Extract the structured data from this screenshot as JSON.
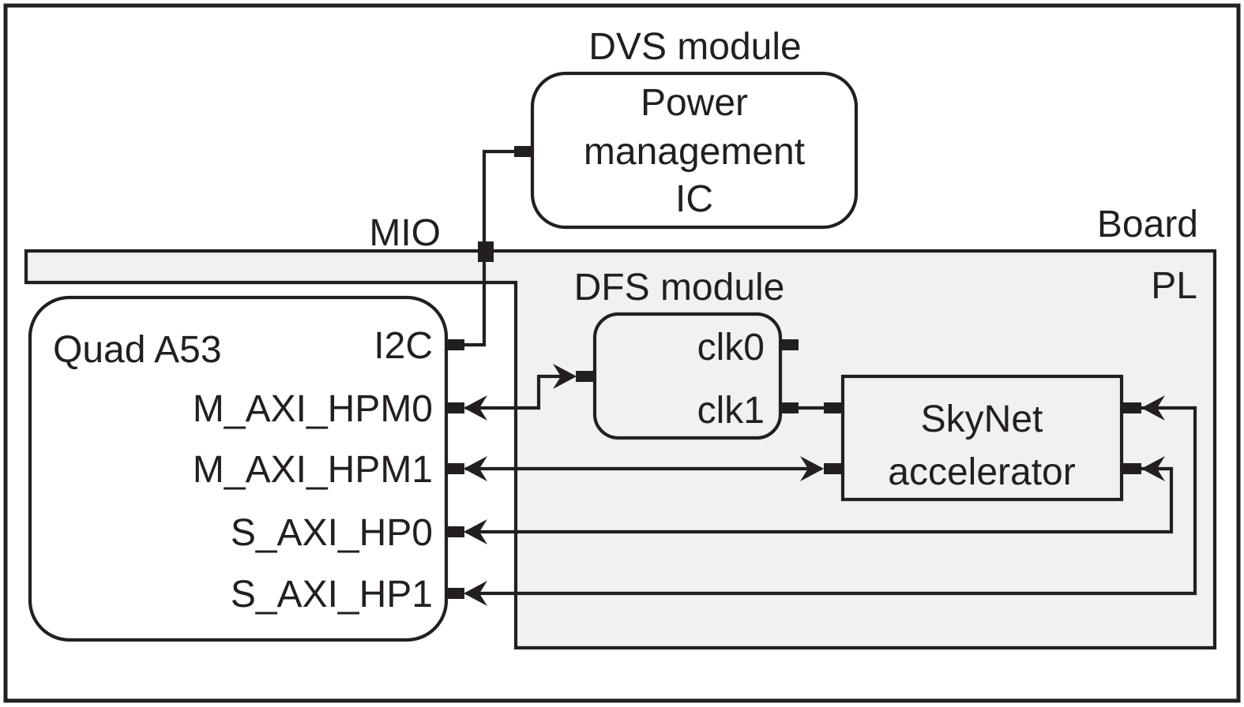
{
  "colors": {
    "line": "#231f20",
    "text": "#231f20",
    "region_fill": "#f1f1f1",
    "box_fill": "#ffffff",
    "background": "#ffffff"
  },
  "labels": {
    "dvs_module": "DVS module",
    "board": "Board",
    "mio": "MIO",
    "pl": "PL",
    "dfs_module": "DFS module"
  },
  "boxes": {
    "power_management_ic": {
      "lines": [
        "Power",
        "management",
        "IC"
      ]
    },
    "quad_a53": {
      "title": "Quad A53",
      "ports": [
        "I2C",
        "M_AXI_HPM0",
        "M_AXI_HPM1",
        "S_AXI_HP0",
        "S_AXI_HP1"
      ]
    },
    "dfs": {
      "ports": [
        "clk0",
        "clk1"
      ]
    },
    "skynet": {
      "lines": [
        "SkyNet",
        "accelerator"
      ]
    }
  }
}
